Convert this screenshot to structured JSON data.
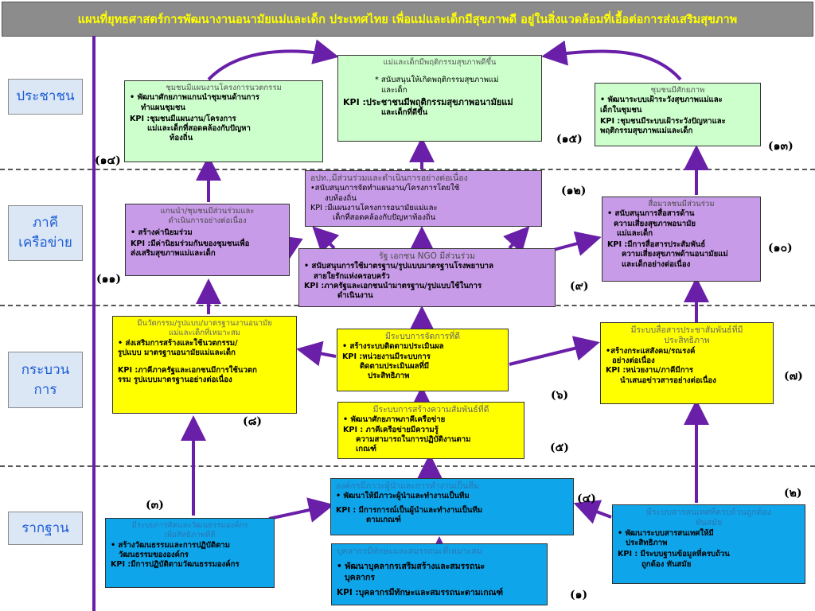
{
  "title": "แผนที่ยุทธศาสตร์การพัฒนางานอนามัยแม่และเด็ก ประเทศไทย เพื่อแม่และเด็กมีสุขภาพดี อยู่ในสิ่งแวดล้อมที่เอื้อต่อการส่งเสริมสุขภาพ",
  "rows": {
    "people": "ประชาชน",
    "partners_1": "ภาคี",
    "partners_2": "เครือข่าย",
    "process_1": "กระบวน",
    "process_2": "การ",
    "foundation": "รากฐาน"
  },
  "boxes": {
    "top_center": {
      "title": "แม่และเด็กมีพฤติกรรมสุขภาพดีขึ้น",
      "l1": "* สนับสนุนให้เกิดพฤติกรรมสุขภาพแม่",
      "l2": "และเด็ก",
      "kpi": "KPI :ประชาชนมีพฤติกรรมสุขภาพอนามัยแม่",
      "kpi2": "และเด็กที่ดีขึ้น"
    },
    "community_innov": {
      "title": "ชุมชนมีแผนงานโครงการนวตกรรม",
      "l1": "•  พัฒนาศักยภาพแกนนำชุมชนด้านการ",
      "l2": "ทำแผนชุมชน",
      "kpi": "KPI :ชุมชนมีแผนงาน/โครงการ",
      "kpi2": "แม่และเด็กที่สอดคล้องกับปัญหา",
      "kpi3": "ท้องถิ่น"
    },
    "community_potential": {
      "title": "ชุมชนมีศักยภาพ",
      "l1": "•  พัฒนาระบบเฝ้าระวังสุขภาพแม่และ",
      "l2": "เด็กในชุมชน",
      "kpi": "KPI :ชุมชนมีระบบเฝ้าระวังปัญหาและ",
      "kpi2": "พฤติกรรมสุขภาพแม่และเด็ก"
    },
    "local_gov": {
      "title": "อปท.,มีส่วนร่วมและดำเนินการอย่างต่อเนื่อง",
      "l1": "•สนับสนุนการจัดทำแผนงาน/โครงการโดยใช้",
      "l2": "งบท้องถิ่น",
      "kpi": "KPI :มีแผนงานโครงการอนามัยแม่และ",
      "kpi2": "เด็กที่สอดคล้องกับปัญหาท้องถิ่น"
    },
    "leaders": {
      "title": "แกนนำ/ชุมชนมีส่วนร่วมและ",
      "title2": "ดำเนินการอย่างต่อเนื่อง",
      "l1": "•  สร้างค่านิยมร่วม",
      "kpi": "KPI :มีค่านิยมร่วมกันของชุมชนเพื่อ",
      "kpi2": "ส่งเสริมสุขภาพแม่และเด็ก"
    },
    "media_part": {
      "title": "สื่อมวลชนมีส่วนร่วม",
      "l1": "•  สนับสนุนการสื่อสารด้าน",
      "l2": "ความเสี่ยงสุขภาพอนามัย",
      "l3": "แม่และเด็ก",
      "kpi": "KPI :มีการสื่อสารประสัมพันธ์",
      "kpi2": "ความเสี่ยงสุขภาพด้านอนามัยแม่",
      "kpi3": "และเด็กอย่างต่อเนื่อง"
    },
    "state_private": {
      "title": "รัฐ   เอกชน     NGO   มีส่วนร่วม",
      "l1": "•  สนับสนุนการใช้มาตรฐาน/รูปแบบมาตรฐานโรงพยาบาล",
      "l2": "สายใยรักแห่งครอบครัว",
      "kpi": "KPI :ภาครัฐและเอกชนนำมาตรฐาน/รูปแบบใช้ในการ",
      "kpi2": "ดำเนินงาน"
    },
    "innovation": {
      "title": "มีนวัตกรรม/รูปแบบ/มาตรฐานงานอนามัย",
      "title2": "แม่และเด็กที่เหมาะสม",
      "l1": "•  ส่งเสริมการสร้างและใช้นวตกรรม/",
      "l2": "รูปแบบ มาตรฐานอนามัยแม่และเด็ก",
      "kpi": "KPI :ภาคีภาครัฐและเอกชนมีการใช้นวตก",
      "kpi2": "รรม รูปแบบมาตรฐานอย่างต่อเนื่อง"
    },
    "management": {
      "title": "มีระบบการจัดการที่ดี",
      "l1": "•  สร้างระบบติดตามประเมินผล",
      "kpi": "KPI :หน่วยงานมีระบบการ",
      "kpi2": "ติดตามประเมินผลที่มี",
      "kpi3": "ประสิทธิภาพ"
    },
    "pr_system": {
      "title": "มีระบบสื่อสารประชาสัมพันธ์ที่มี",
      "title2": "ประสิทธิภาพ",
      "l1": "•สร้างกระแสสังคม/รณรงค์",
      "l2": "อย่างต่อเนื่อง",
      "kpi": "KPI :หน่วยงาน/ภาคีมีการ",
      "kpi2": "นำเสนอข่าวสารอย่างต่อเนื่อง"
    },
    "relations": {
      "title": "มีระบบการสร้างความสัมพันธ์ที่ดี",
      "l1": "•  พัฒนาศักยภาพภาคีเครือข่าย",
      "kpi": "KPI : ภาคีเครือข่ายมีความรู้",
      "kpi2": "ความสามารถในการปฏิบัติงานตาม",
      "kpi3": "เกณฑ์"
    },
    "org_leader": {
      "title": "องค์กรมีภาวะผู้นำและการทำงานเป็นทีม",
      "l1": "•  พัฒนาให้มีภาวะผู้นำและทำงานเป็นทีม",
      "kpi": "KPI : มีการการณ์เป็นผู้นำและทำงานเป็นทีม",
      "kpi2": "ตามเกณฑ์"
    },
    "org_culture": {
      "title": "มีระบบการคิดและวัฒนธรรมองค์กร",
      "title2": "เพื่อสิทธิภาพที่ดี",
      "l1": "• สร้างวัฒนธรรมและการปฏิบัติตาม",
      "l2": "วัฒนธรรมขององค์กร",
      "kpi": "KPI :มีการปฏิบัติตามวัฒนธรรมองค์กร"
    },
    "personnel": {
      "title": "บุคลากรมีทักษะและสมรรถนะที่เหมาะสม",
      "l1": "•  พัฒนาบุคลากรเสริมสร้างและสมรรถนะ",
      "l2": "บุคลากร",
      "kpi": "KPI :บุคลากรมีทักษะและสมรรถนะตามเกณฑ์"
    },
    "info_system": {
      "title": "มีระบบสารสนเทศที่ครบถ้วนถูกต้อง",
      "title2": "ทันสมัย",
      "l1": "•  พัฒนาระบบสารสนเทศให้มี",
      "l2": "ประสิทธิภาพ",
      "kpi": "KPI : มีระบบฐานข้อมูลที่ครบถ้วน",
      "kpi2": "ถูกต้อง ทันสมัย"
    }
  },
  "numbers": {
    "n1": "(๑)",
    "n2": "(๒)",
    "n3": "(๓)",
    "n4": "(๔)",
    "n5": "(๕)",
    "n6": "(๖)",
    "n7": "(๗)",
    "n8": "(๘)",
    "n9": "(๙)",
    "n10": "(๑๐)",
    "n11": "(๑๑)",
    "n12": "(๑๒)",
    "n13": "(๑๓)",
    "n14": "(๑๔)",
    "n15": "(๑๕)"
  },
  "colors": {
    "title_bg": "#8c8c8c",
    "title_text": "#ffff00",
    "arrow": "#6a1fa8",
    "people_box": "#ccffcc",
    "partner_box": "#c89be8",
    "process_box": "#ffff00",
    "foundation_box": "#0fa5ea"
  }
}
